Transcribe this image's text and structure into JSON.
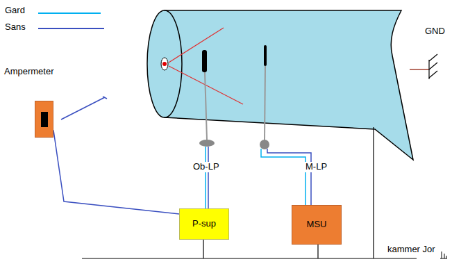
{
  "diagram": {
    "nodes": [
      {
        "text": [
          "Ampermeter"
        ]
      },
      {
        "text": [
          "P-sup"
        ]
      },
      {
        "text": [
          "MSU"
        ]
      }
    ],
    "edges": [
      {
        "from": 0,
        "to": 1,
        "arrow": "none"
      }
    ],
    "labels": [
      "Ob-LP",
      "M-LP",
      "GND",
      "kammer Jor"
    ],
    "legend": [
      {
        "text": "Gard",
        "color": "#00b0f0"
      },
      {
        "text": "Sans",
        "color": "#3a4fc0"
      }
    ]
  }
}
